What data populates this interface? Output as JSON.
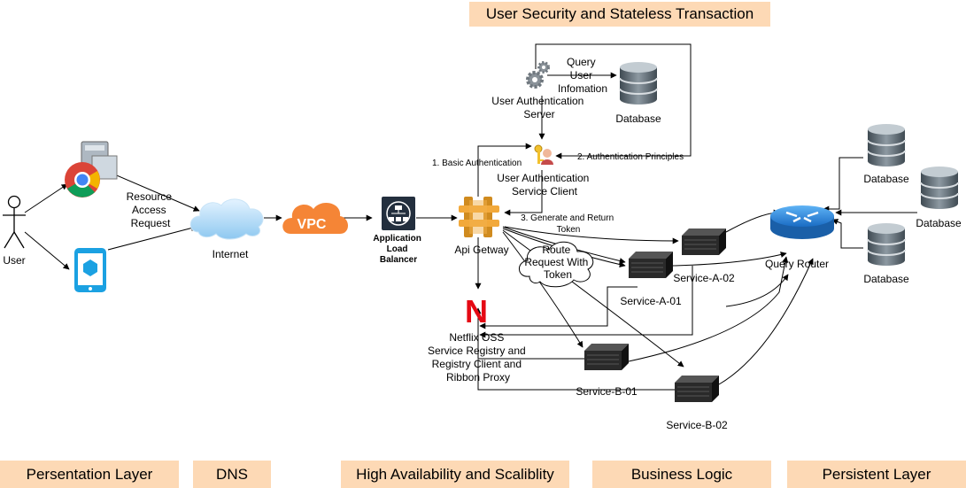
{
  "title": "User Security and Stateless Transaction",
  "layers": [
    "Persentation Layer",
    "DNS",
    "High Availability and Scaliblity",
    "Business Logic",
    "Persistent Layer"
  ],
  "nodes": {
    "user": "User",
    "resource_request": [
      "Resource",
      "Access",
      "Request"
    ],
    "internet": "Internet",
    "vpc": "VPC",
    "alb": [
      "Application",
      "Load",
      "Balancer"
    ],
    "api_gateway": "Api Getway",
    "netflix_logo": "N",
    "netflix": [
      "Netflix OSS",
      "Service Registry and",
      "Registry Client and",
      "Ribbon Proxy"
    ],
    "auth_server": [
      "User Authentication",
      "Server"
    ],
    "auth_client": [
      "User Authentication",
      "Service Client"
    ],
    "query_user_info": [
      "Query",
      "User",
      "Infomation"
    ],
    "database": "Database",
    "route_cloud": [
      "Route",
      "Request With",
      "Token"
    ],
    "service_a01": "Service-A-01",
    "service_a02": "Service-A-02",
    "service_b01": "Service-B-01",
    "service_b02": "Service-B-02",
    "query_router": "Query Router"
  },
  "steps": {
    "step1": "1. Basic Authentication",
    "step2": "2. Authentication Principles",
    "step3": [
      "3. Generate and Return",
      "Token"
    ]
  },
  "colors": {
    "band": "#fdd9b5",
    "vpc": "#f58536",
    "internet_cloud": "#a8d4f5",
    "gateway": "#f2a93b",
    "netflix": "#e50914",
    "database": "#5d6b75",
    "server": "#232323",
    "router": "#2c82d6"
  }
}
